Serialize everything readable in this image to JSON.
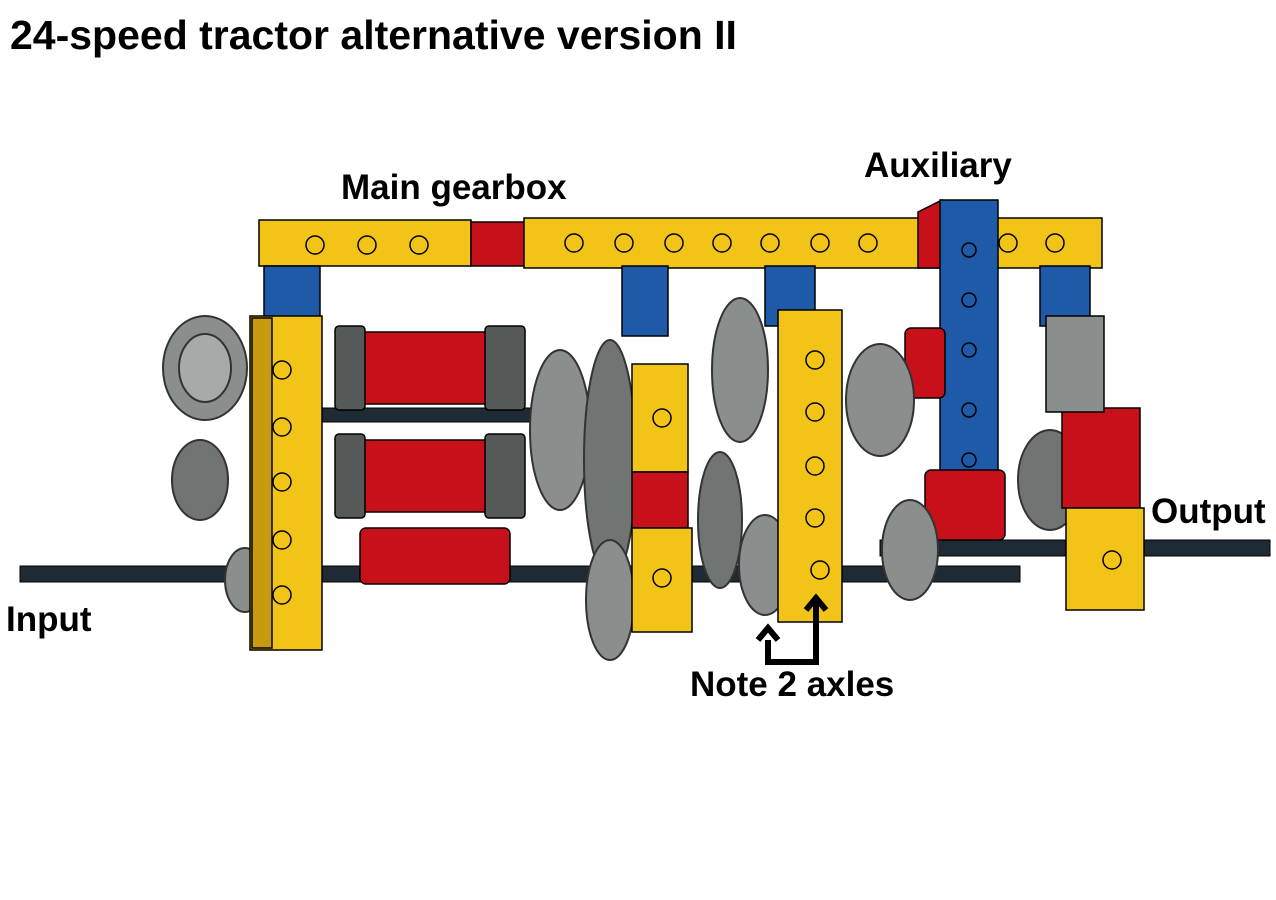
{
  "title": "24-speed tractor alternative version II",
  "labels": {
    "main_gearbox": "Main gearbox",
    "auxiliary": "Auxiliary",
    "output": "Output",
    "input": "Input",
    "note": "Note 2 axles"
  },
  "colors": {
    "yellow": "#F2C418",
    "yellow_dark": "#C89A10",
    "blue": "#1F5AA8",
    "red": "#C8101A",
    "red_dark": "#8E0A10",
    "gray": "#8A8E8C",
    "gray_dark": "#555957",
    "axle": "#1E2A34"
  }
}
